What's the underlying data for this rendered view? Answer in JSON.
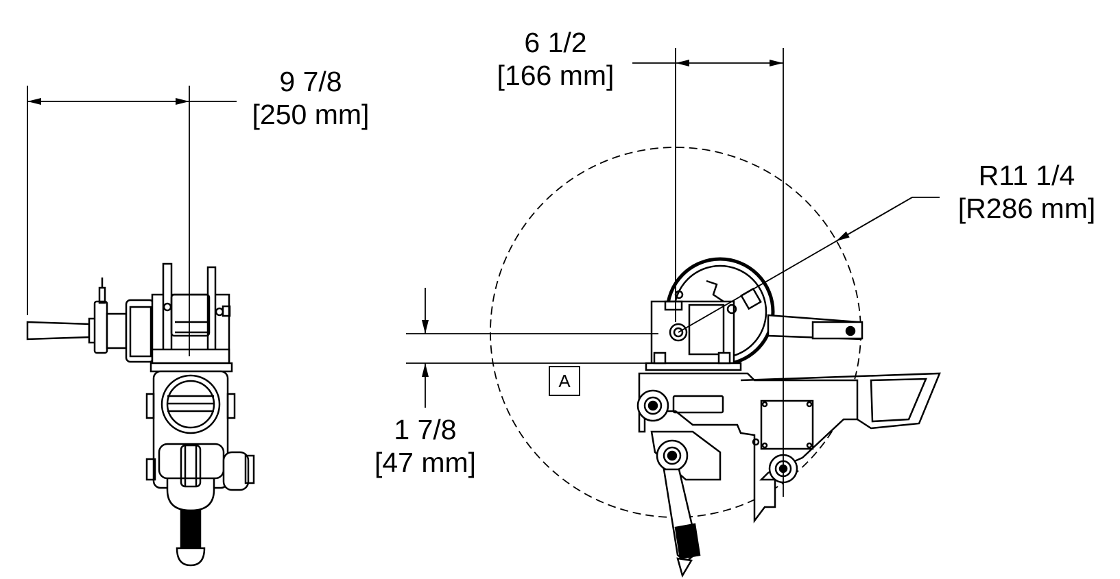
{
  "dimensions": {
    "side_width": {
      "imperial": "9 7/8",
      "metric": "[250 mm]"
    },
    "front_offset": {
      "imperial": "6 1/2",
      "metric": "[166 mm]"
    },
    "swing_radius": {
      "imperial": "R11 1/4",
      "metric": "[R286 mm]"
    },
    "base_height": {
      "imperial": "1 7/8",
      "metric": "[47 mm]"
    }
  },
  "reference": {
    "datum_label": "A"
  },
  "colors": {
    "line": "#000000",
    "background": "#ffffff"
  }
}
